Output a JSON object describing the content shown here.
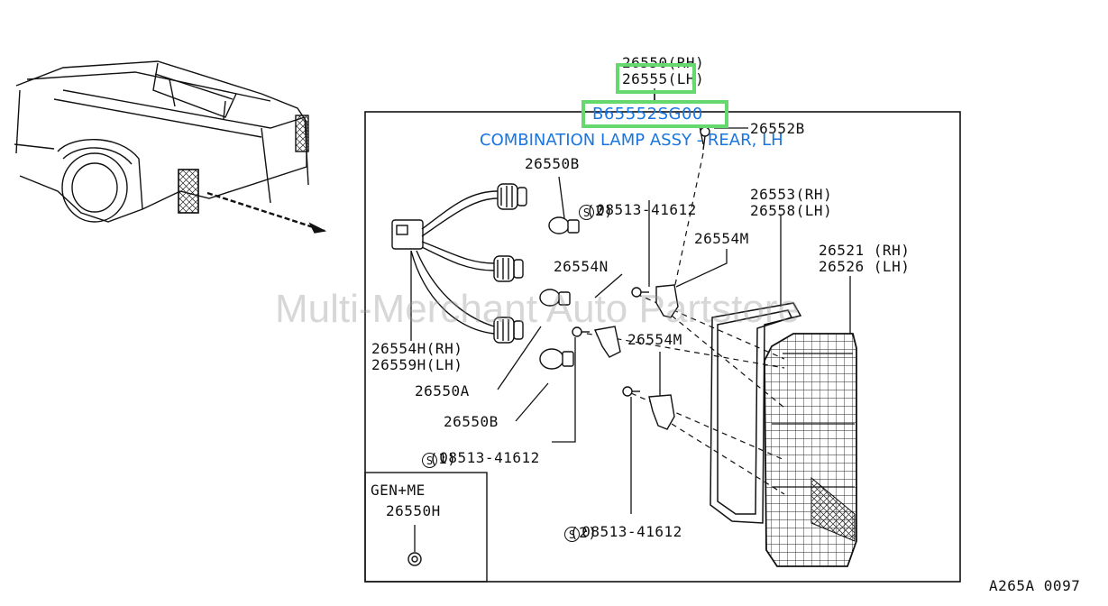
{
  "callouts": {
    "part_top_rh": "26550(RH)",
    "part_top_lh": "26555(LH)",
    "part_number": "B65552SG00",
    "part_title": "COMBINATION LAMP ASSY - REAR, LH",
    "screw_top": "26552B",
    "bulb_top": "26550B",
    "bolt_top_code": "08513-41612",
    "bolt_top_qty": "(2)",
    "gasket_rh": "26553(RH)",
    "gasket_lh": "26558(LH)",
    "bracket_top": "26554M",
    "lens_rh": "26521 (RH)",
    "lens_lh": "26526 (LH)",
    "socket_n": "26554N",
    "bracket_mid": "26554M",
    "harness_rh": "26554H(RH)",
    "harness_lh": "26559H(LH)",
    "bulb_a": "26550A",
    "bulb_b": "26550B",
    "bolt_mid_code": "08513-41612",
    "bolt_mid_qty": "(1)",
    "bolt_low_code": "08513-41612",
    "bolt_low_qty": "(2)",
    "gen_me": "GEN+ME",
    "gen_part": "26550H",
    "s_symbol": "S"
  },
  "watermark": "Multi-Merchant Auto Partstore",
  "diagram_code": "A265A 0097",
  "colors": {
    "highlight": "#66d96e",
    "title_blue": "#1976e0",
    "line": "#111111"
  }
}
